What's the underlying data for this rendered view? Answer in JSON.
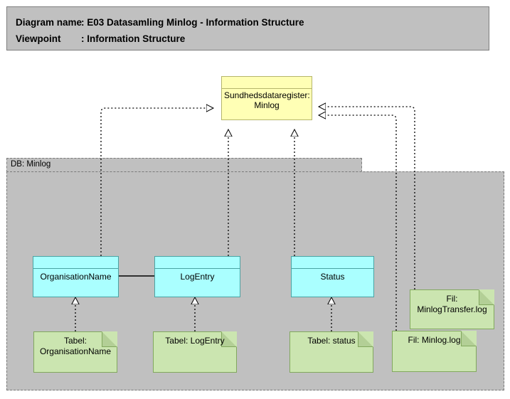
{
  "header": {
    "line1_key": "Diagram name",
    "line1_sep": ": ",
    "line1_value": "E03 Datasamling Minlog - Information Structure",
    "line2_key": "Viewpoint",
    "line2_sep": ": ",
    "line2_value": "Information Structure"
  },
  "colors": {
    "header_fill": "#c0c0c0",
    "group_fill": "#c0c0c0",
    "data_object_fill": "#ffffb5",
    "data_object_stroke": "#b5b56b",
    "business_object_fill": "#aaffff",
    "business_object_stroke": "#4aa3a3",
    "artifact_fill": "#cbe5b0",
    "artifact_stroke": "#82a85e",
    "connector": "#000000",
    "page_background": "#ffffff"
  },
  "group": {
    "name": "DB: Minlog"
  },
  "nodes": {
    "data_object": {
      "label": "Sundhedsdataregister: Minlog"
    },
    "business_objects": [
      {
        "id": "organisationname",
        "label": "OrganisationName"
      },
      {
        "id": "logentry",
        "label": "LogEntry"
      },
      {
        "id": "status",
        "label": "Status"
      }
    ],
    "artifacts": [
      {
        "id": "tabel-organisationname",
        "label": "Tabel: OrganisationName"
      },
      {
        "id": "tabel-logentry",
        "label": "Tabel: LogEntry"
      },
      {
        "id": "tabel-status",
        "label": "Tabel: status"
      },
      {
        "id": "fil-minlogtransfer",
        "label": "Fil: MinlogTransfer.log"
      },
      {
        "id": "fil-minlog",
        "label": "Fil: Minlog.log"
      }
    ]
  },
  "connections": [
    {
      "from": "organisationname",
      "to": "data_object",
      "type": "realization"
    },
    {
      "from": "logentry",
      "to": "data_object",
      "type": "realization"
    },
    {
      "from": "status",
      "to": "data_object",
      "type": "realization"
    },
    {
      "from": "fil-minlogtransfer",
      "to": "data_object",
      "type": "realization"
    },
    {
      "from": "fil-minlog",
      "to": "data_object",
      "type": "realization"
    },
    {
      "from": "tabel-organisationname",
      "to": "organisationname",
      "type": "realization"
    },
    {
      "from": "tabel-logentry",
      "to": "logentry",
      "type": "realization"
    },
    {
      "from": "tabel-status",
      "to": "status",
      "type": "realization"
    },
    {
      "from": "organisationname",
      "to": "logentry",
      "type": "association"
    }
  ]
}
